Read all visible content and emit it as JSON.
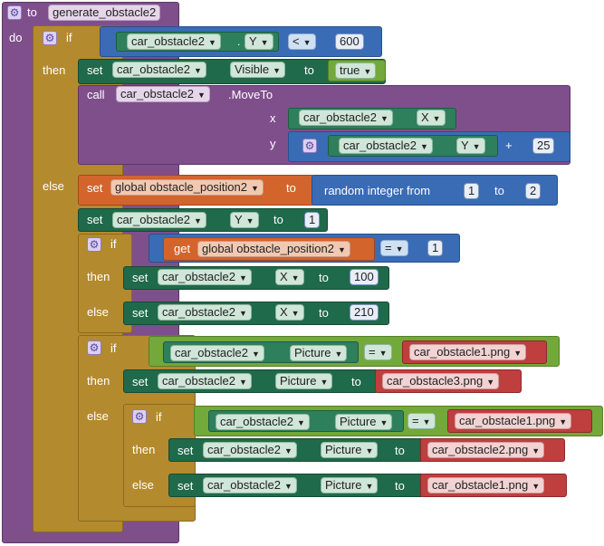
{
  "procedure": {
    "to_label": "to",
    "name": "generate_obstacle2",
    "do_label": "do"
  },
  "if_main": {
    "if_label": "if",
    "cond": {
      "component": "car_obstacle2",
      "property": "Y",
      "op": "<",
      "value": "600"
    },
    "then_label": "then",
    "set_visible": {
      "set": "set",
      "component": "car_obstacle2",
      "property": "Visible",
      "to": "to",
      "value": "true"
    },
    "call": {
      "call": "call",
      "component": "car_obstacle2",
      "method": ".MoveTo",
      "x_label": "x",
      "y_label": "y",
      "x_component": "car_obstacle2",
      "x_property": "X",
      "y_component": "car_obstacle2",
      "y_property": "Y",
      "plus": "+",
      "y_add": "25"
    },
    "else_label": "else",
    "set_global": {
      "set": "set",
      "var": "global obstacle_position2",
      "to": "to",
      "random_label": "random integer from",
      "from": "1",
      "to_word": "to",
      "to_value": "2"
    },
    "set_y": {
      "set": "set",
      "component": "car_obstacle2",
      "property": "Y",
      "to": "to",
      "value": "1"
    }
  },
  "if_pos": {
    "if_label": "if",
    "get": "get",
    "var": "global obstacle_position2",
    "op": "=",
    "value": "1",
    "then_label": "then",
    "else_label": "else",
    "then_set": {
      "set": "set",
      "component": "car_obstacle2",
      "property": "X",
      "to": "to",
      "value": "100"
    },
    "else_set": {
      "set": "set",
      "component": "car_obstacle2",
      "property": "X",
      "to": "to",
      "value": "210"
    }
  },
  "if_pic1": {
    "if_label": "if",
    "component": "car_obstacle2",
    "property": "Picture",
    "op": "=",
    "value": "car_obstacle1.png",
    "then_label": "then",
    "else_label": "else",
    "then_set": {
      "set": "set",
      "component": "car_obstacle2",
      "property": "Picture",
      "to": "to",
      "value": "car_obstacle3.png"
    }
  },
  "if_pic2": {
    "if_label": "if",
    "component": "car_obstacle2",
    "property": "Picture",
    "op": "=",
    "value": "car_obstacle1.png",
    "then_label": "then",
    "else_label": "else",
    "then_set": {
      "set": "set",
      "component": "car_obstacle2",
      "property": "Picture",
      "to": "to",
      "value": "car_obstacle2.png"
    },
    "else_set": {
      "set": "set",
      "component": "car_obstacle2",
      "property": "Picture",
      "to": "to",
      "value": "car_obstacle1.png"
    }
  },
  "icons": {
    "gear": "gear-icon",
    "dropdown": "dropdown-arrow-icon"
  },
  "colors": {
    "procedure": "#7f4f8b",
    "control": "#b48a2e",
    "math": "#3a6bb5",
    "setter": "#2e7f5c",
    "variable": "#d3642c",
    "logic": "#73a83a",
    "text": "#bf3e3e"
  }
}
